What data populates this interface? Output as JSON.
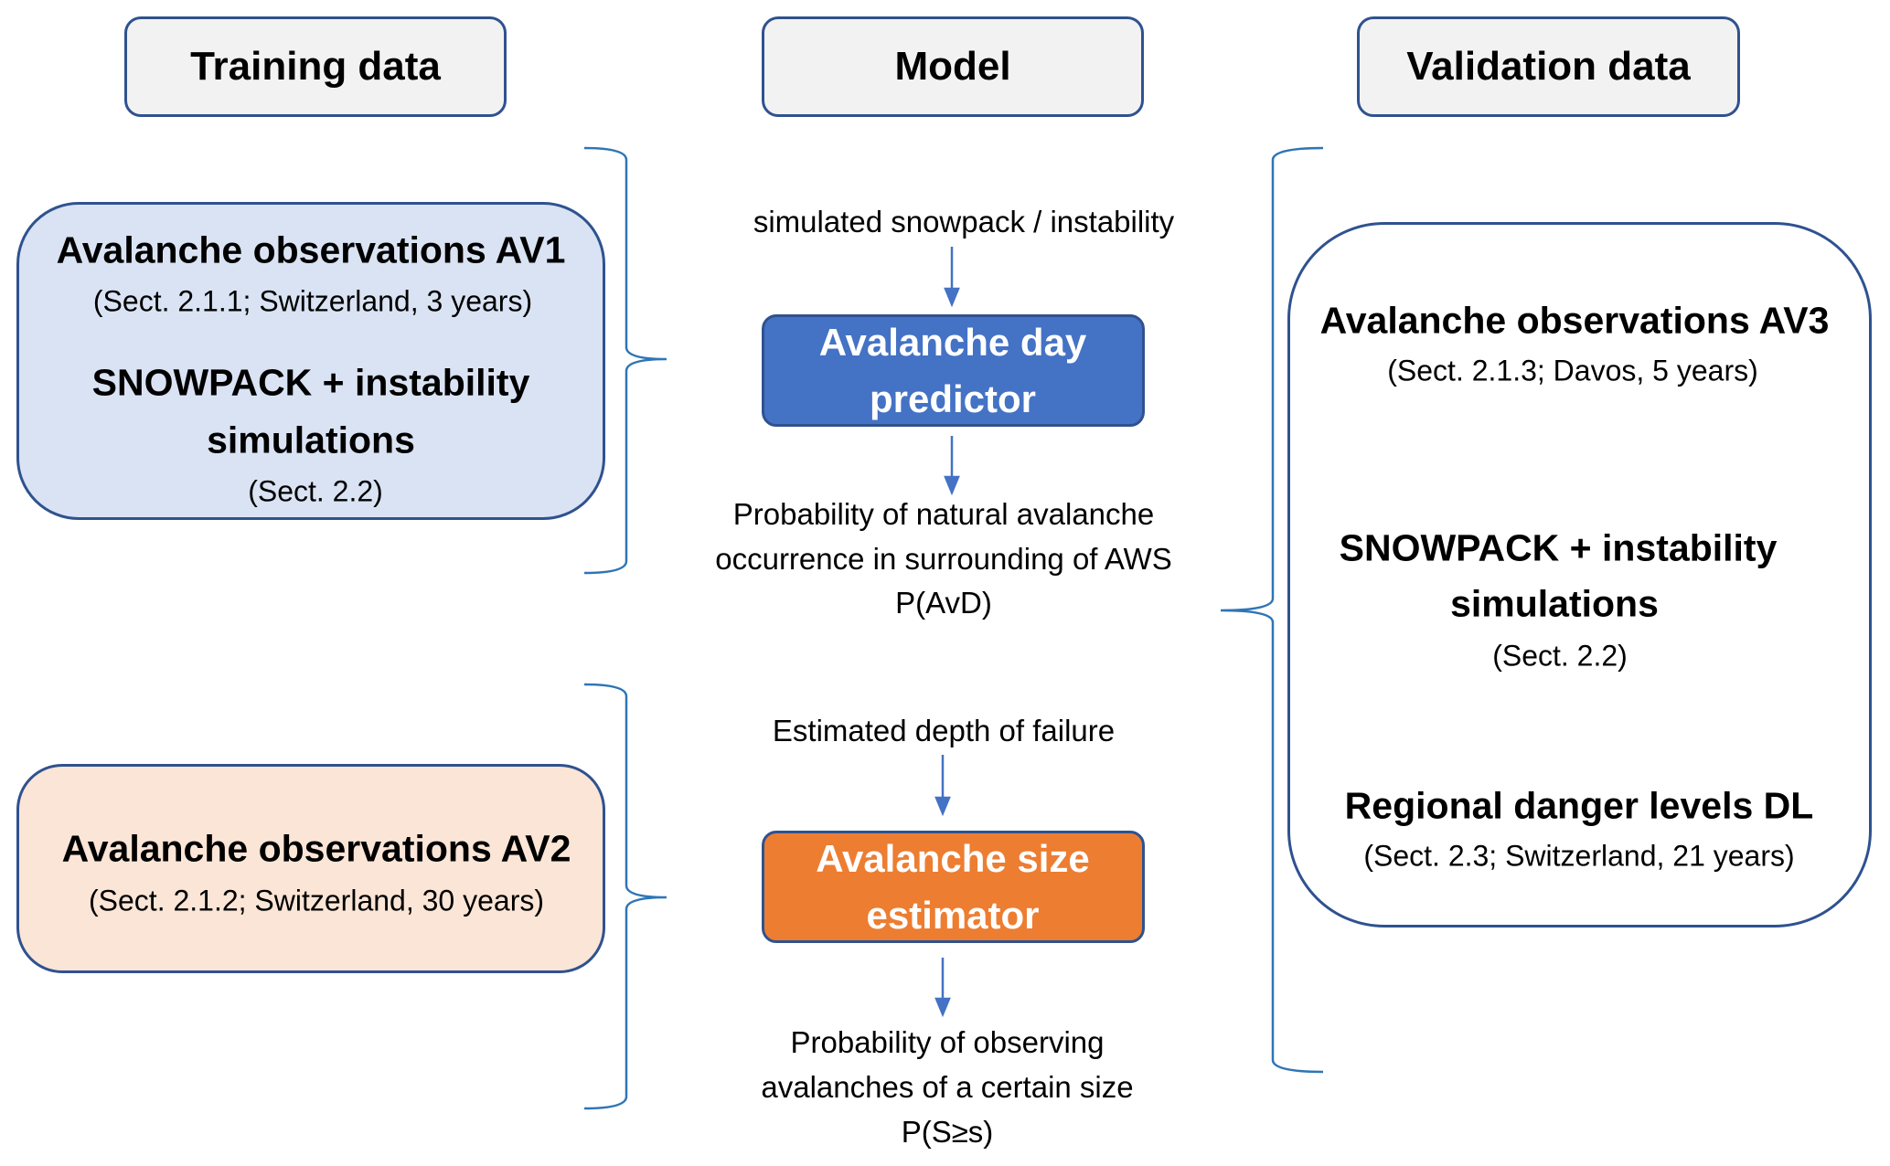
{
  "headers": {
    "training": "Training data",
    "model": "Model",
    "validation": "Validation data"
  },
  "training": {
    "group1": {
      "title": "Avalanche observations AV1",
      "subtitle": "(Sect. 2.1.1; Switzerland, 3 years)",
      "title2_line1": "SNOWPACK + instability",
      "title2_line2": "simulations",
      "subtitle2": "(Sect. 2.2)"
    },
    "group2": {
      "title": "Avalanche observations AV2",
      "subtitle": "(Sect. 2.1.2; Switzerland, 30 years)"
    }
  },
  "model": {
    "predictor_input": "simulated snowpack / instability",
    "predictor_line1": "Avalanche day",
    "predictor_line2": "predictor",
    "predictor_output_line1": "Probability of natural avalanche",
    "predictor_output_line2": "occurrence in surrounding of AWS",
    "predictor_output_line3": "P(AvD)",
    "estimator_input": "Estimated depth of failure",
    "estimator_line1": "Avalanche size",
    "estimator_line2": "estimator",
    "estimator_output_line1": "Probability of observing",
    "estimator_output_line2": "avalanches of a certain size",
    "estimator_output_line3": "P(S≥s)"
  },
  "validation": {
    "av3_title": "Avalanche observations AV3",
    "av3_subtitle": "(Sect. 2.1.3; Davos, 5 years)",
    "sim_line1": "SNOWPACK + instability",
    "sim_line2": "simulations",
    "sim_subtitle": "(Sect. 2.2)",
    "dl_title": "Regional danger levels DL",
    "dl_subtitle": "(Sect. 2.3; Switzerland, 21 years)"
  },
  "colors": {
    "blue_box": "#4472c4",
    "orange_box": "#ed7d31",
    "light_blue": "#dae3f3",
    "light_orange": "#fbe5d6",
    "header_fill": "#f2f2f2",
    "border": "#2f528f",
    "arrow": "#4472c4",
    "bracket": "#2e75b6"
  }
}
